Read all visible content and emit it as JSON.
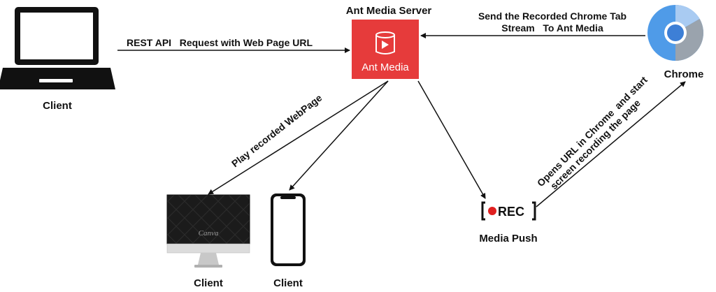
{
  "server": {
    "title": "Ant Media Server",
    "logo_text": "Ant Media",
    "brand_color": "#E63B3B"
  },
  "client_laptop": {
    "label": "Client",
    "icon": "laptop-icon"
  },
  "chrome": {
    "label": "Chrome",
    "icon": "chrome-logo-icon"
  },
  "media_push": {
    "label": "Media  Push",
    "rec_text": "REC",
    "icon": "rec-icon"
  },
  "client_monitor": {
    "label": "Client",
    "screen_text": "Canva",
    "icon": "imac-icon"
  },
  "client_phone": {
    "label": "Client",
    "icon": "smartphone-icon"
  },
  "arrows": {
    "rest_api": "REST API   Request with Web Page URL",
    "send_stream_line1": "Send the Recorded Chrome Tab",
    "send_stream_line2": "Stream   To Ant Media",
    "play": "Play recorded WebPage",
    "opens_line1": "Opens URL in Chrome  and start",
    "opens_line2": "screen recording the page"
  }
}
